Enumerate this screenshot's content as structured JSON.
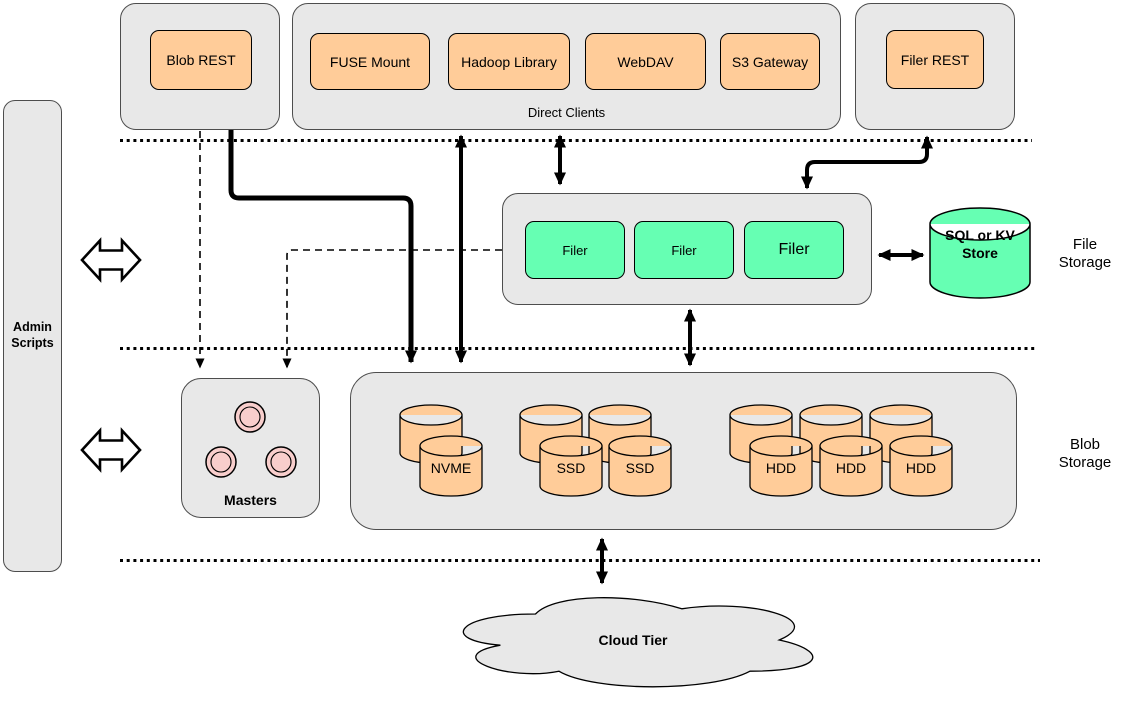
{
  "diagram": {
    "admin": {
      "label": "Admin Scripts"
    },
    "top_row": {
      "blob_rest": {
        "label": "Blob REST"
      },
      "direct_clients": {
        "caption": "Direct Clients",
        "clients": [
          "FUSE Mount",
          "Hadoop Library",
          "WebDAV",
          "S3 Gateway"
        ]
      },
      "filer_rest": {
        "label": "Filer REST"
      }
    },
    "file_storage": {
      "side_label": "File Storage",
      "filers": [
        "Filer",
        "Filer",
        "Filer"
      ],
      "metadata_store": {
        "label": "SQL or KV Store"
      }
    },
    "masters": {
      "label": "Masters",
      "node_count": 3
    },
    "blob_storage": {
      "side_label": "Blob Storage",
      "volumes": [
        "NVME",
        "SSD",
        "SSD",
        "HDD",
        "HDD",
        "HDD"
      ]
    },
    "cloud": {
      "label": "Cloud Tier"
    },
    "colors": {
      "container_fill": "#e8e8e8",
      "client_fill": "#ffcc99",
      "filer_fill": "#66ffb3",
      "master_fill": "#f8cecc",
      "line": "#000000"
    }
  }
}
